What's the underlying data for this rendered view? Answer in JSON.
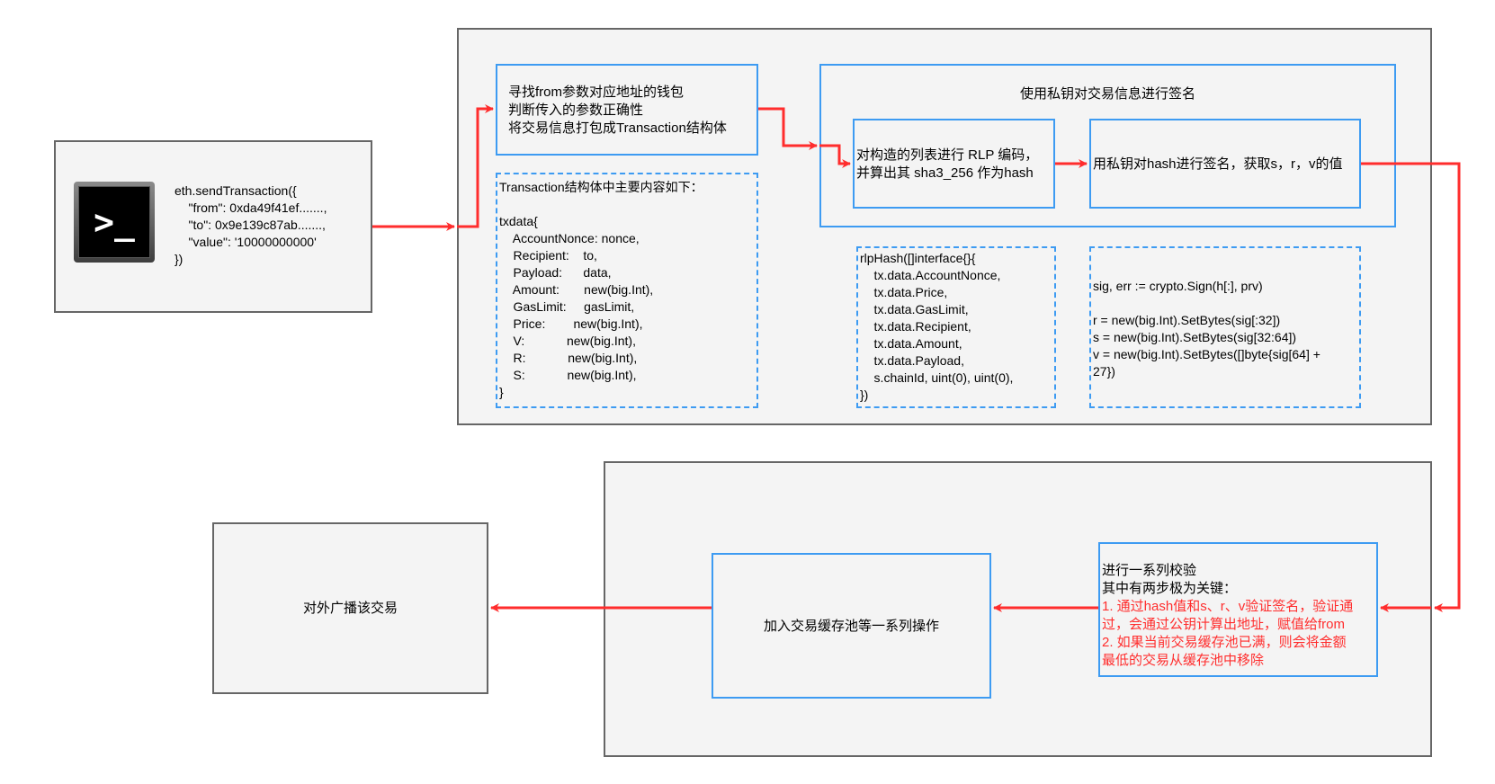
{
  "client": {
    "icon": "terminal-icon",
    "icon_glyph": ">_",
    "code": "eth.sendTransaction({\n    \"from\": 0xda49f41ef.......,\n    \"to\": 0x9e139c87ab.......,\n    \"value\": '10000000000'\n})"
  },
  "node_top": {
    "wallet_box": "寻找from参数对应地址的钱包\n判断传入的参数正确性\n将交易信息打包成Transaction结构体",
    "tx_struct_note": "Transaction结构体中主要内容如下：\n\ntxdata{\n    AccountNonce: nonce,\n    Recipient:    to,\n    Payload:      data,\n    Amount:       new(big.Int),\n    GasLimit:     gasLimit,\n    Price:        new(big.Int),\n    V:            new(big.Int),\n    R:            new(big.Int),\n    S:            new(big.Int),\n}",
    "sign_group_title": "使用私钥对交易信息进行签名",
    "rlp_box": "对构造的列表进行 RLP 编码，\n并算出其 sha3_256 作为hash",
    "sign_box": "用私钥对hash进行签名，获取s，r，v的值",
    "rlp_note": "rlpHash([]interface{}{\n    tx.data.AccountNonce,\n    tx.data.Price,\n    tx.data.GasLimit,\n    tx.data.Recipient,\n    tx.data.Amount,\n    tx.data.Payload,\n    s.chainId, uint(0), uint(0),\n})",
    "sign_note": "sig, err := crypto.Sign(h[:], prv)\n\nr = new(big.Int).SetBytes(sig[:32])\ns = new(big.Int).SetBytes(sig[32:64])\nv = new(big.Int).SetBytes([]byte{sig[64] +\n27})"
  },
  "node_bottom": {
    "validate_box": {
      "intro": "进行一系列校验\n其中有两步极为关键：",
      "steps": "1. 通过hash值和s、r、v验证签名，验证通\n过，会通过公钥计算出地址，赋值给from\n2. 如果当前交易缓存池已满，则会将金额\n最低的交易从缓存池中移除"
    },
    "pool_box": "加入交易缓存池等一系列操作"
  },
  "broadcast_box": "对外广播该交易",
  "colors": {
    "arrow": "#ff2d2d",
    "blue_border": "#3d9bf2",
    "gray_border": "#666666",
    "fill": "#f4f4f4",
    "highlight_text": "#ff2d2d"
  }
}
